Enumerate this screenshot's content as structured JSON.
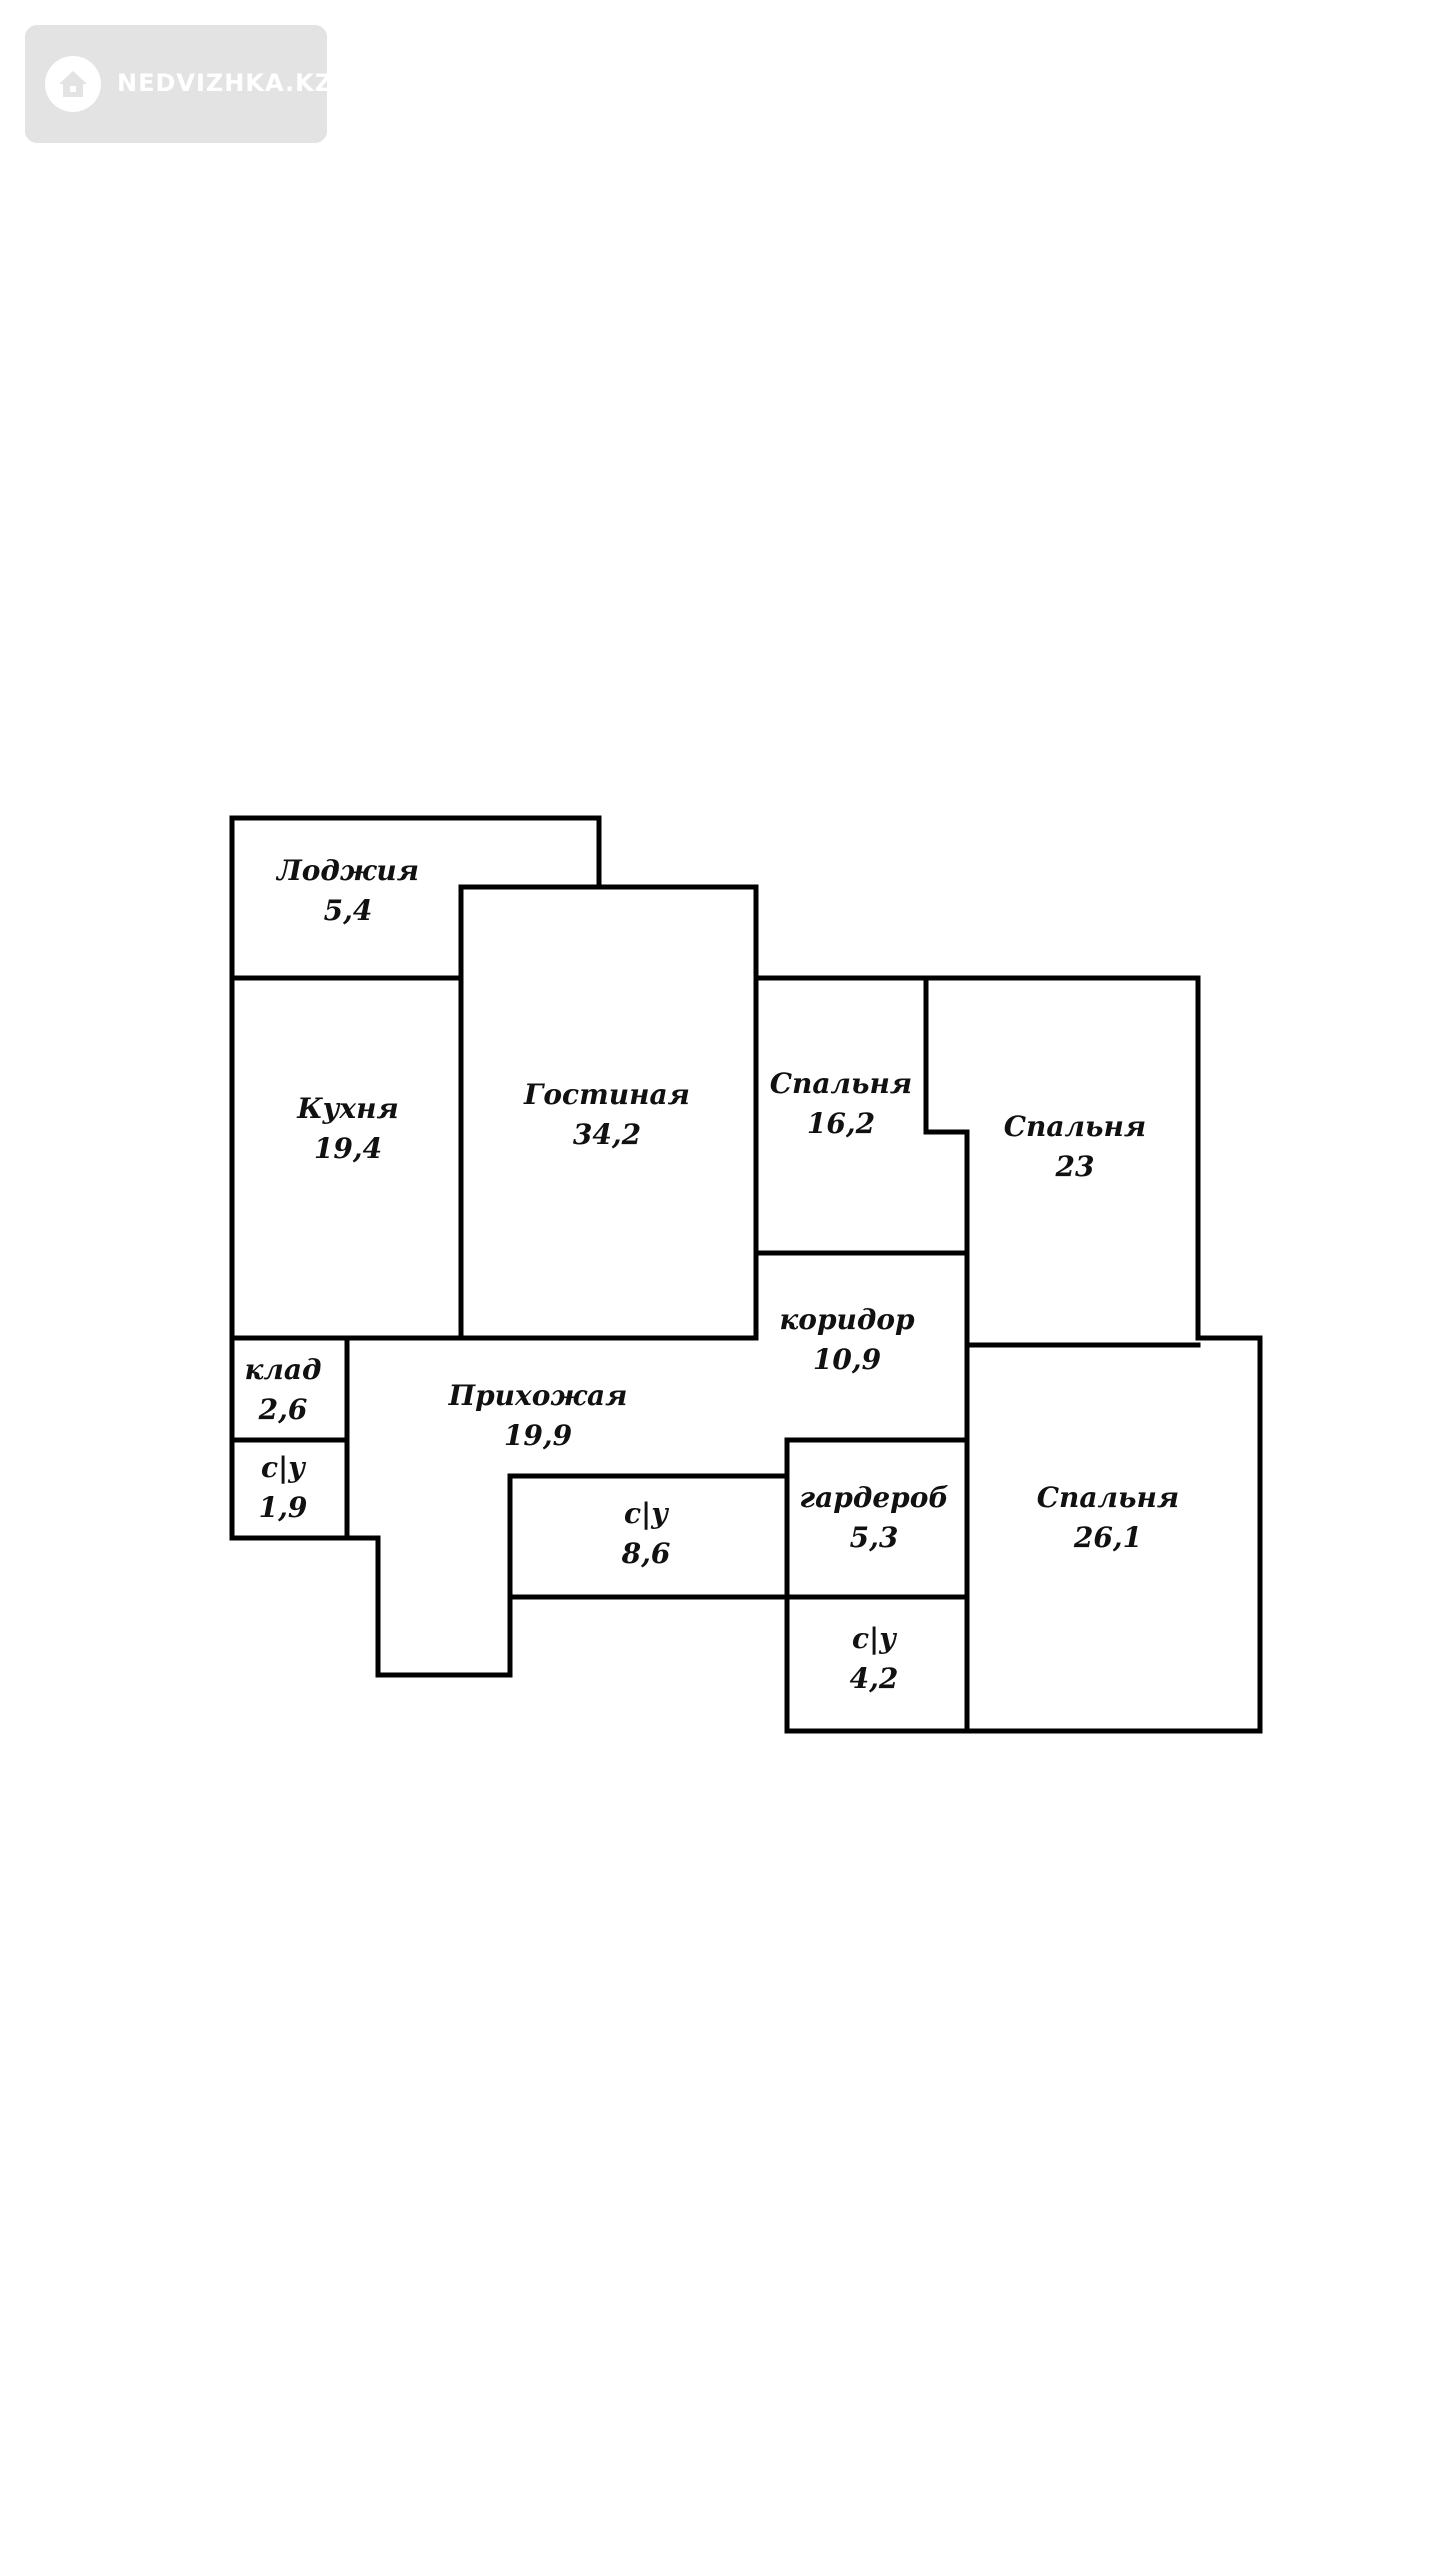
{
  "logo": {
    "text": "NEDVIZHKA.KZ",
    "icon": "house-icon"
  },
  "rooms": [
    {
      "name": "Лоджия",
      "area": "5,4"
    },
    {
      "name": "Кухня",
      "area": "19,4"
    },
    {
      "name": "Гостиная",
      "area": "34,2"
    },
    {
      "name": "Спальня",
      "area": "16,2"
    },
    {
      "name": "Спальня",
      "area": "23"
    },
    {
      "name": "коридор",
      "area": "10,9"
    },
    {
      "name": "клад",
      "area": "2,6"
    },
    {
      "name": "Прихожая",
      "area": "19,9"
    },
    {
      "name": "с|у",
      "area": "1,9"
    },
    {
      "name": "с|у",
      "area": "8,6"
    },
    {
      "name": "гардероб",
      "area": "5,3"
    },
    {
      "name": "Спальня",
      "area": "26,1"
    },
    {
      "name": "с|у",
      "area": "4,2"
    }
  ]
}
